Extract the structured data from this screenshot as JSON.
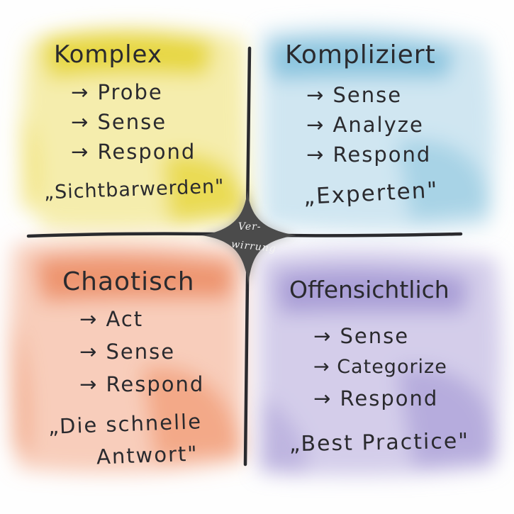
{
  "center": {
    "line1": "Ver-",
    "line2": "wirrung"
  },
  "quadrants": {
    "complex": {
      "title": "Komplex",
      "steps": [
        "→ Probe",
        "→ Sense",
        "→ Respond"
      ],
      "quote": "„Sichtbarwerden\""
    },
    "complicated": {
      "title": "Kompliziert",
      "steps": [
        "→ Sense",
        "→ Analyze",
        "→ Respond"
      ],
      "quote": "„Experten\""
    },
    "chaotic": {
      "title": "Chaotisch",
      "steps": [
        "→ Act",
        "→ Sense",
        "→ Respond"
      ],
      "quote_line1": "„Die schnelle",
      "quote_line2": "Antwort\""
    },
    "obvious": {
      "title": "Offensichtlich",
      "steps": [
        "→ Sense",
        "→ Categorize",
        "→ Respond"
      ],
      "quote": "„Best Practice\""
    }
  },
  "colors": {
    "complex": "#e8d63a",
    "complicated": "#7fbfd9",
    "chaotic": "#ec8a5c",
    "obvious": "#9a8ccd",
    "center": "#4a4a4a",
    "ink": "#2a2a2e"
  }
}
